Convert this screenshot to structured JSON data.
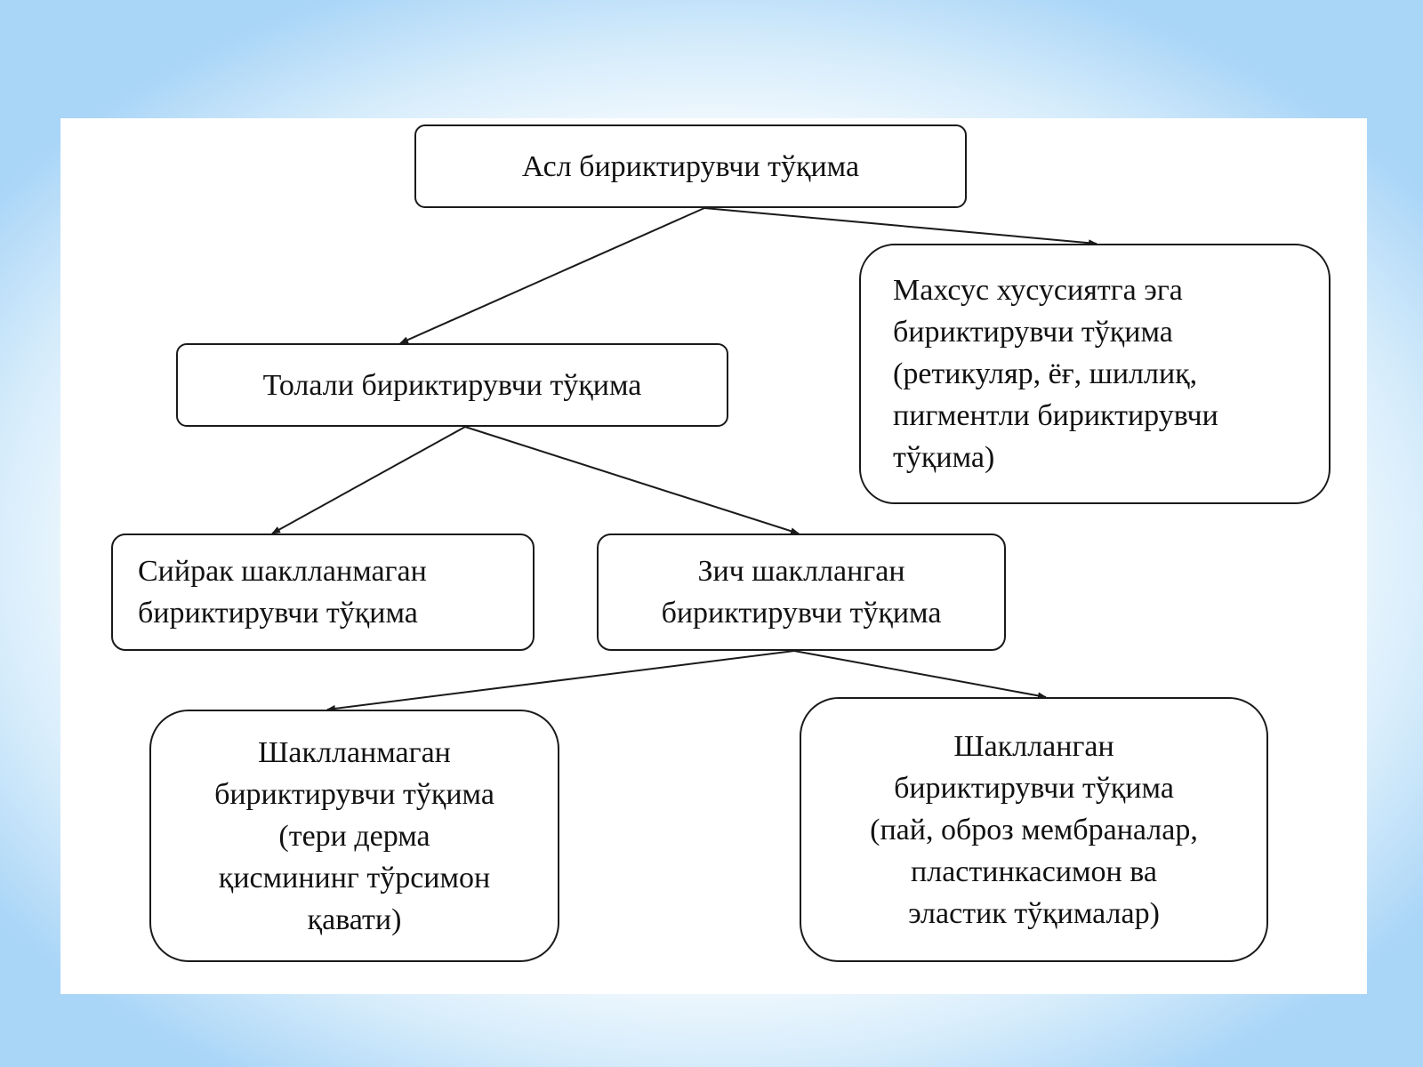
{
  "colors": {
    "stroke": "#1a1a1a",
    "text": "#111111",
    "background": "#ffffff",
    "frame": "#a9d5f7"
  },
  "nodes": {
    "root": {
      "lines": [
        "Асл бириктирувчи тўқима"
      ]
    },
    "special": {
      "lines": [
        "Махсус хусусиятга эга",
        "бириктирувчи тўқима",
        "(ретикуляр, ёғ, шиллиқ,",
        "пигментли бириктирувчи",
        "тўқима)"
      ]
    },
    "fibrous": {
      "lines": [
        "Толали бириктирувчи тўқима"
      ]
    },
    "loose": {
      "lines": [
        "Сийрак шаклланмаган",
        "бириктирувчи тўқима"
      ]
    },
    "dense": {
      "lines": [
        "Зич шаклланган",
        "бириктирувчи тўқима"
      ]
    },
    "unformed": {
      "lines": [
        "Шаклланмаган",
        "бириктирувчи тўқима",
        "(тери дерма",
        "қисмининг тўрсимон",
        "қавати)"
      ]
    },
    "formed": {
      "lines": [
        "Шаклланган",
        "бириктирувчи тўқима",
        "(пай, оброз мембраналар,",
        "пластинкасимон ва",
        "эластик тўқималар)"
      ]
    }
  },
  "edges": [
    {
      "from": "root",
      "to": "fibrous"
    },
    {
      "from": "root",
      "to": "special"
    },
    {
      "from": "fibrous",
      "to": "loose"
    },
    {
      "from": "fibrous",
      "to": "dense"
    },
    {
      "from": "dense",
      "to": "unformed"
    },
    {
      "from": "dense",
      "to": "formed"
    }
  ]
}
